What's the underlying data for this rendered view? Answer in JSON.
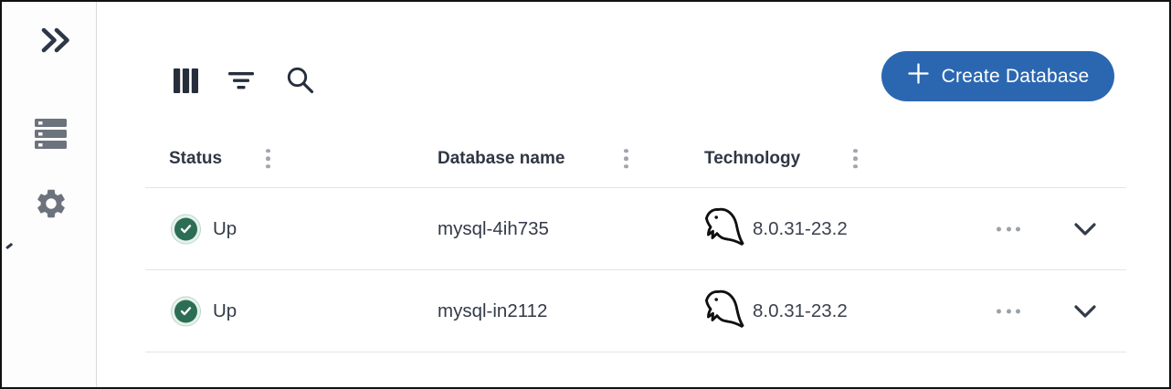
{
  "sidebar": {
    "collapse_icon": "double-chevron-right",
    "items": [
      {
        "name": "databases",
        "icon": "server-list-icon"
      },
      {
        "name": "settings",
        "icon": "gear-icon"
      }
    ]
  },
  "toolbar": {
    "icons": [
      "columns-icon",
      "filter-icon",
      "search-icon"
    ],
    "create_button_label": "Create Database",
    "plus_icon": "plus"
  },
  "table": {
    "headers": [
      {
        "label": "Status",
        "menu_icon": "kebab-vertical-icon"
      },
      {
        "label": "Database name",
        "menu_icon": "kebab-vertical-icon"
      },
      {
        "label": "Technology",
        "menu_icon": "kebab-vertical-icon"
      }
    ],
    "rows": [
      {
        "status": "Up",
        "status_icon": "check-circle",
        "name": "mysql-4ih735",
        "technology_icon": "mysql-dolphin",
        "version": "8.0.31-23.2",
        "actions": [
          "ellipsis-menu",
          "expand-chevron"
        ]
      },
      {
        "status": "Up",
        "status_icon": "check-circle",
        "name": "mysql-in2112",
        "technology_icon": "mysql-dolphin",
        "version": "8.0.31-23.2",
        "actions": [
          "ellipsis-menu",
          "expand-chevron"
        ]
      }
    ]
  },
  "colors": {
    "accent_blue": "#2b67b1",
    "status_green": "#2c6e54",
    "status_ring_bg": "#e7f2ec",
    "icon_dark": "#2d3748",
    "icon_gray": "#6d737d",
    "text_dark": "#333a47",
    "divider": "#e4e4e6"
  }
}
